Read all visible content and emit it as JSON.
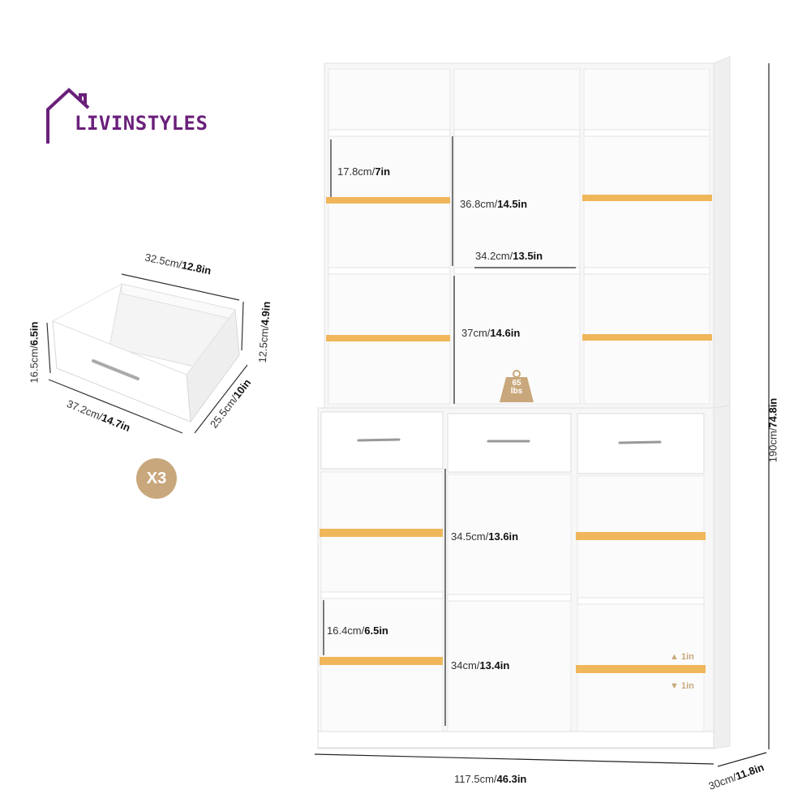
{
  "brand": {
    "name": "LIVINSTYLES",
    "icon": "house-outline-icon",
    "color": "#6a1f7a"
  },
  "drawer": {
    "width_label": "32.5cm/",
    "width_bold": "12.8in",
    "inner_height_label": "12.5cm/",
    "inner_height_bold": "4.9in",
    "height_label": "16.5cm/",
    "height_bold": "6.5in",
    "front_width_label": "37.2cm/",
    "front_width_bold": "14.7in",
    "depth_label": "25.5cm/",
    "depth_bold": "10in",
    "quantity": "X3"
  },
  "shelf": {
    "gap_top_label": "17.8cm/",
    "gap_top_bold": "7in",
    "upper_height_label": "36.8cm/",
    "upper_height_bold": "14.5in",
    "inner_width_label": "34.2cm/",
    "inner_width_bold": "13.5in",
    "mid_height_label": "37cm/",
    "mid_height_bold": "14.6in",
    "load_value": "65",
    "load_unit": "lbs",
    "lower_height_label": "34.5cm/",
    "lower_height_bold": "13.6in",
    "gap_low_label": "16.4cm/",
    "gap_low_bold": "6.5in",
    "bottom_height_label": "34cm/",
    "bottom_height_bold": "13.4in",
    "adjust_up": "1in",
    "adjust_down": "1in",
    "total_width_label": "117.5cm/",
    "total_width_bold": "46.3in",
    "total_height_label": "190cm/",
    "total_height_bold": "74.8in",
    "total_depth_label": "30cm/",
    "total_depth_bold": "11.8in"
  },
  "colors": {
    "accent_shelf": "#f0b65a",
    "badge": "#c9a77c"
  }
}
